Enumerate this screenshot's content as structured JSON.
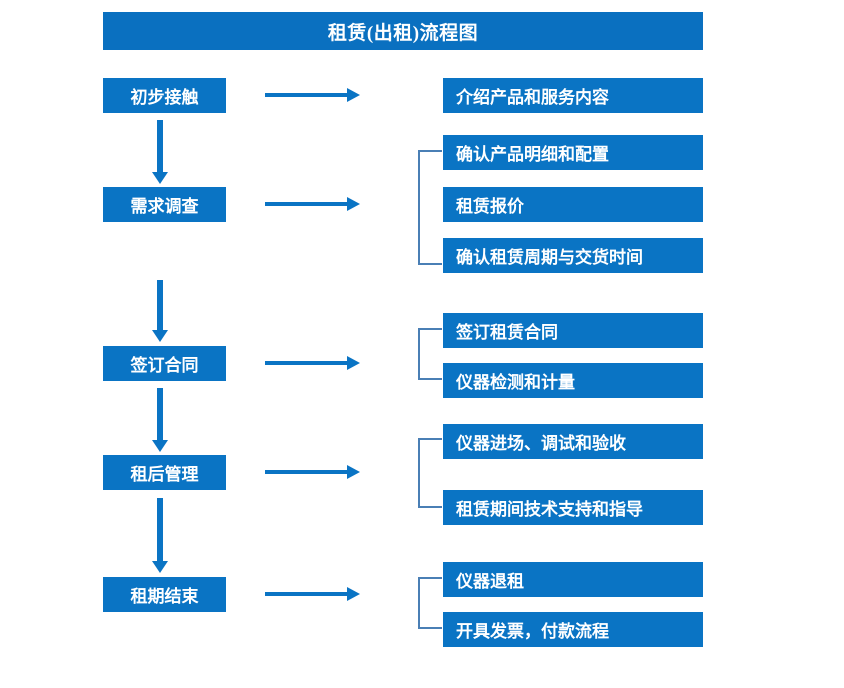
{
  "title": "租赁(出租)流程图",
  "colors": {
    "box_blue": "#0a74c4",
    "title_blue": "#0a70c0",
    "bracket_blue": "#4a7fb5",
    "text_white": "#ffffff",
    "background": "#ffffff"
  },
  "stages": [
    {
      "label": "初步接触"
    },
    {
      "label": "需求调查"
    },
    {
      "label": "签订合同"
    },
    {
      "label": "租后管理"
    },
    {
      "label": "租期结束"
    }
  ],
  "tasks": [
    {
      "label": "介绍产品和服务内容"
    },
    {
      "label": "确认产品明细和配置"
    },
    {
      "label": "租赁报价"
    },
    {
      "label": "确认租赁周期与交货时间"
    },
    {
      "label": "签订租赁合同"
    },
    {
      "label": "仪器检测和计量"
    },
    {
      "label": "仪器进场、调试和验收"
    },
    {
      "label": "租赁期间技术支持和指导"
    },
    {
      "label": "仪器退租"
    },
    {
      "label": "开具发票，付款流程"
    }
  ],
  "connectors": {
    "stage_to_task_arrows": 5,
    "stage_to_stage_arrows": 4,
    "group_brackets": 4
  }
}
